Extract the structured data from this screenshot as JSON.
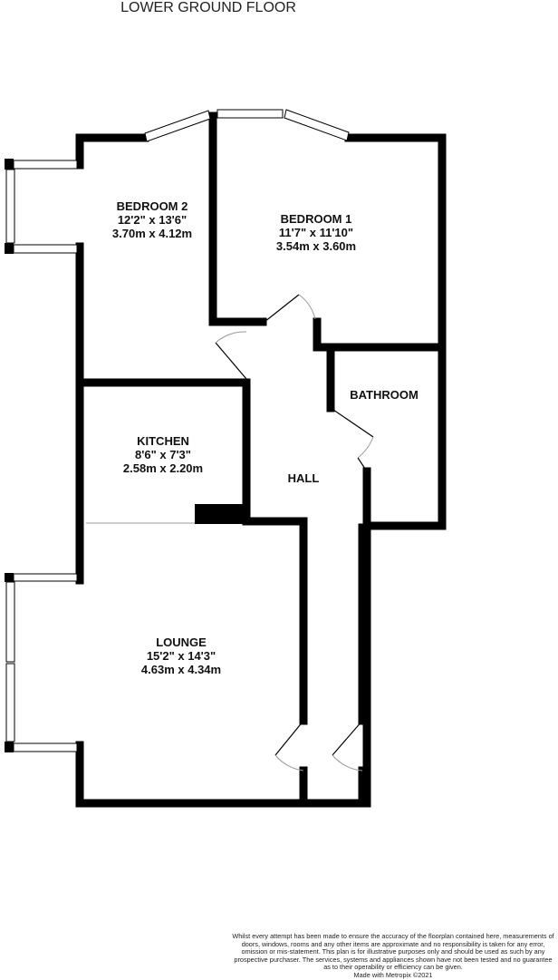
{
  "floor_title": "LOWER GROUND FLOOR",
  "rooms": {
    "bedroom2": {
      "name": "BEDROOM 2",
      "imperial": "12'2\"  x 13'6\"",
      "metric": "3.70m  x 4.12m"
    },
    "bedroom1": {
      "name": "BEDROOM 1",
      "imperial": "11'7\"  x 11'10\"",
      "metric": "3.54m  x 3.60m"
    },
    "bathroom": {
      "name": "BATHROOM"
    },
    "kitchen": {
      "name": "KITCHEN",
      "imperial": "8'6\"  x 7'3\"",
      "metric": "2.58m  x 2.20m"
    },
    "hall": {
      "name": "HALL"
    },
    "lounge": {
      "name": "LOUNGE",
      "imperial": "15'2\"  x 14'3\"",
      "metric": "4.63m  x 4.34m"
    }
  },
  "disclaimer": "Whilst every attempt has been made to ensure the accuracy of the floorplan contained here, measurements of doors, windows, rooms and any other items are approximate and no responsibility is taken for any error, omission or mis-statement. This plan is for illustrative purposes only and should be used as such by any prospective purchaser. The services, systems and appliances shown have not been tested and no guarantee as to their operability or efficiency can be given.",
  "credit": "Made with Metropix ©2021"
}
